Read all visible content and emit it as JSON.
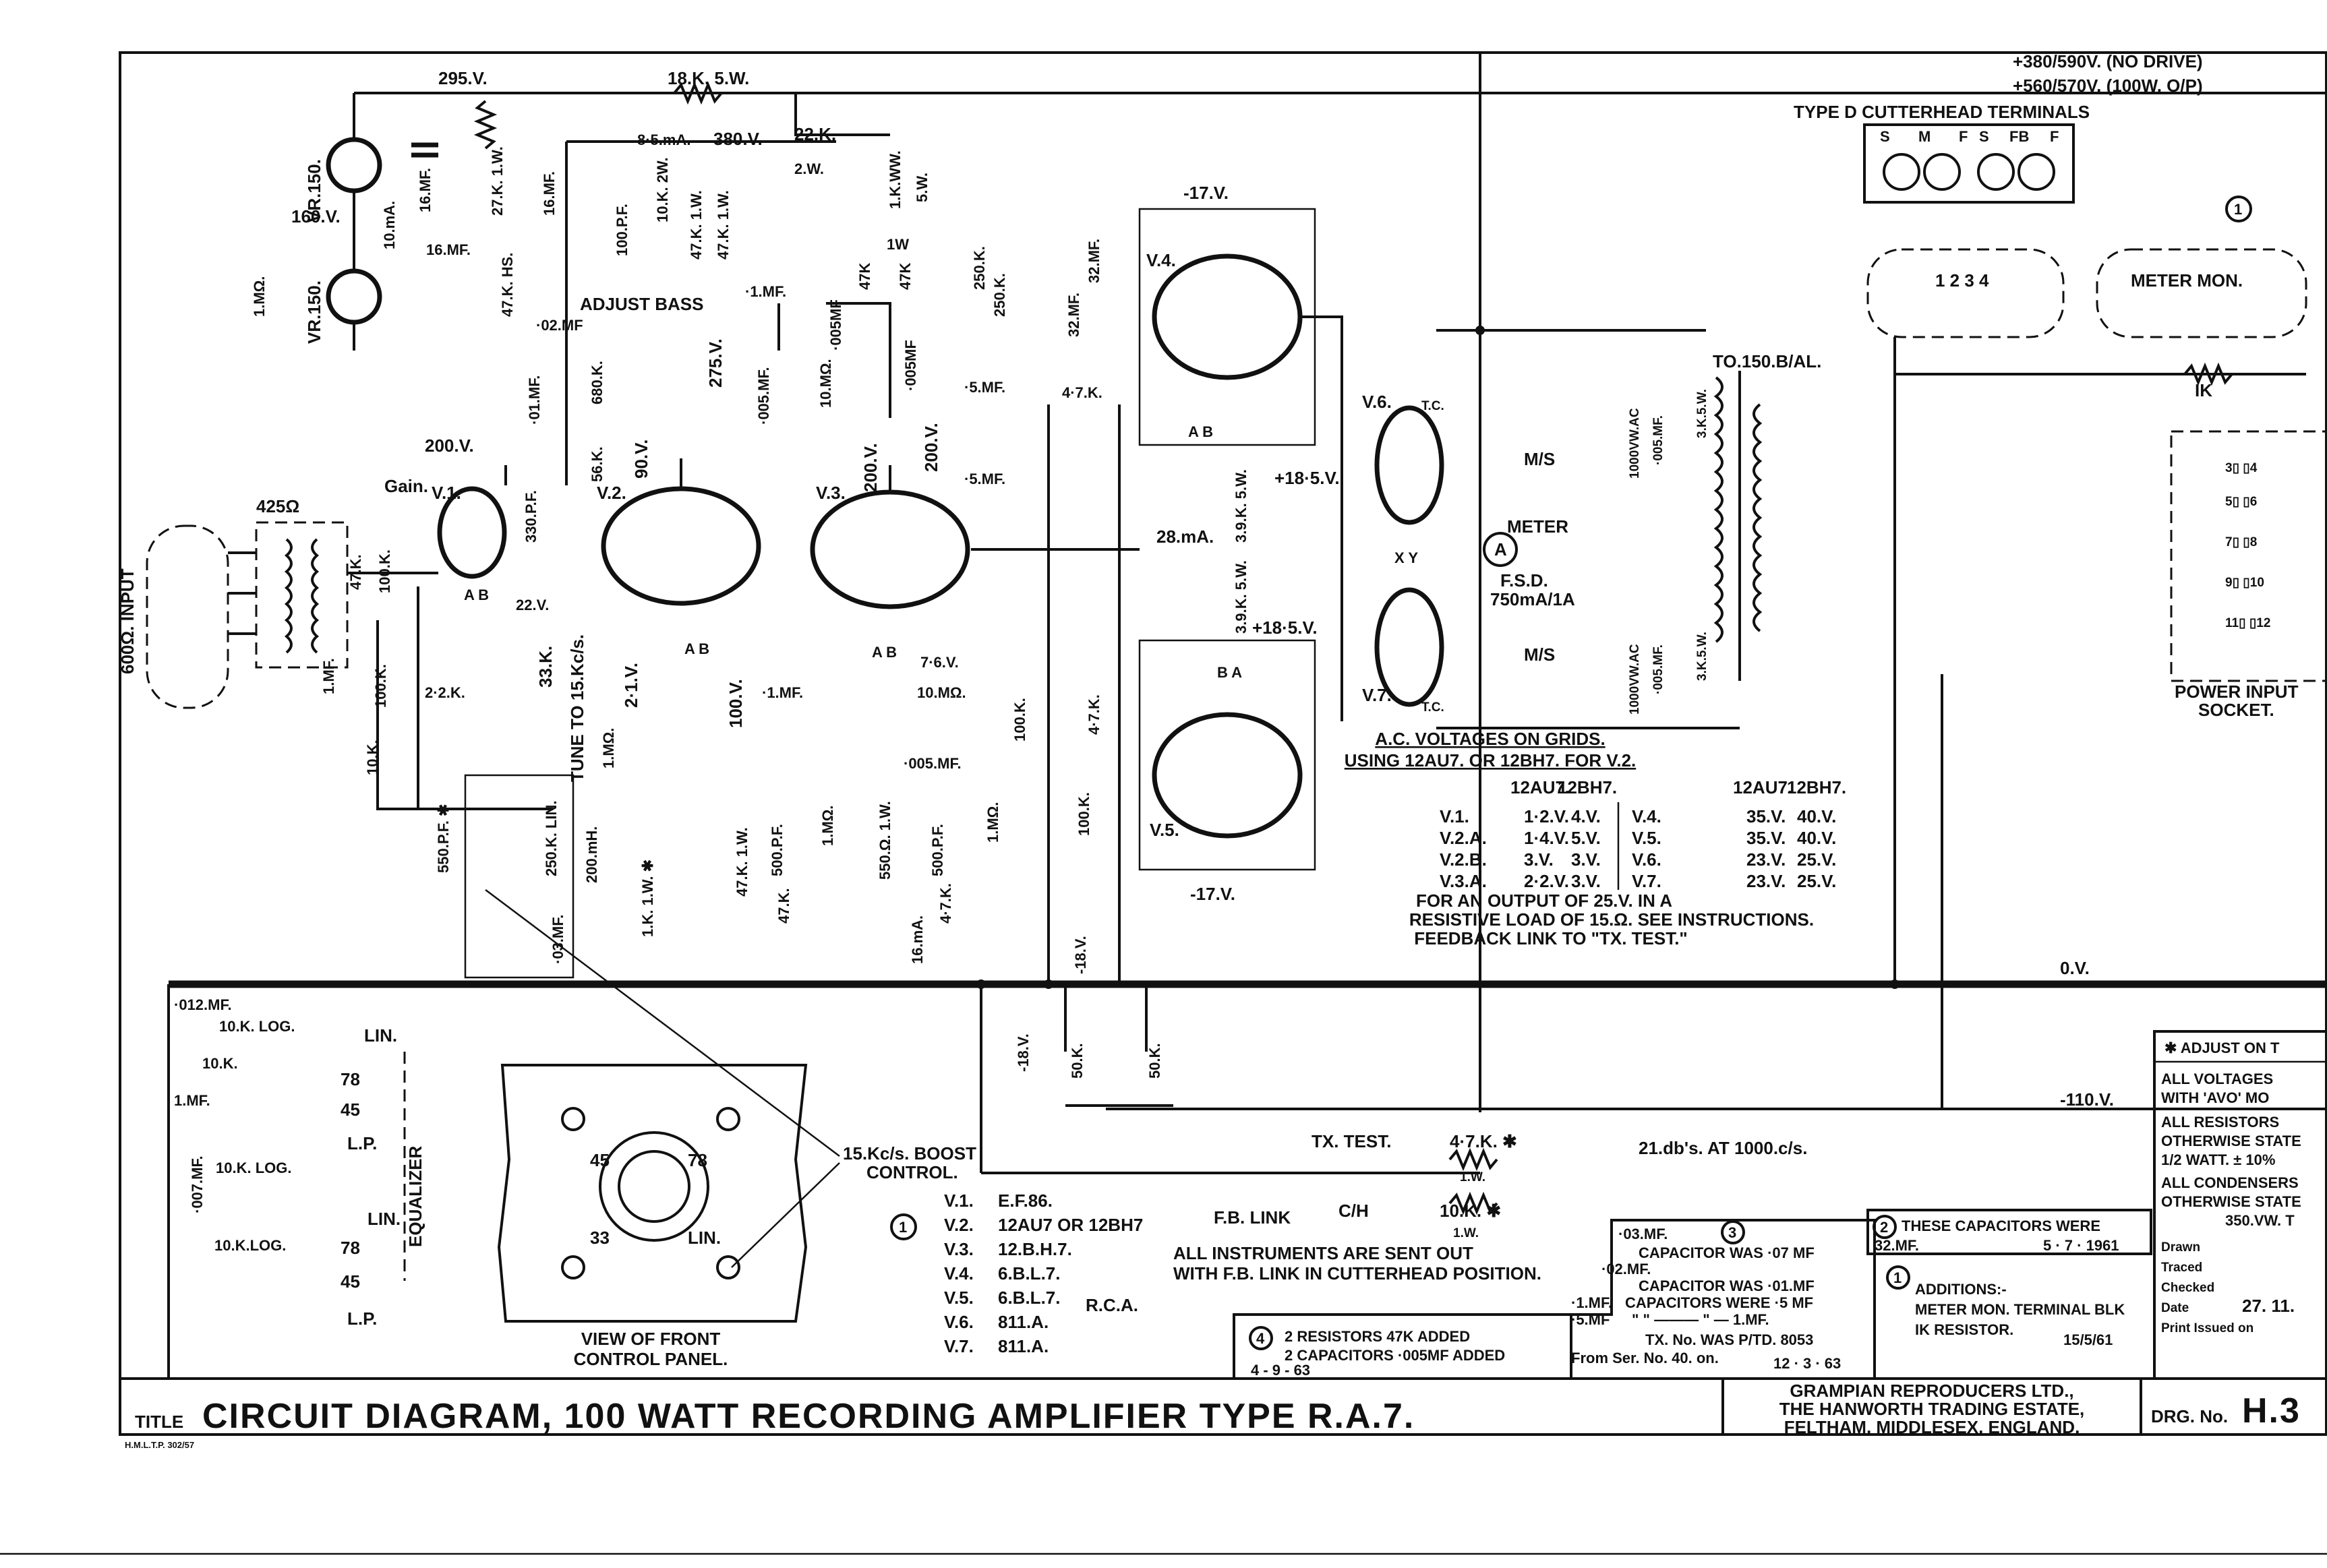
{
  "drawing": {
    "title_prefix": "TITLE",
    "title": "CIRCUIT     DIAGRAM,   100 WATT   RECORDING   AMPLIFIER   TYPE   R.A.7.",
    "company": [
      "GRAMPIAN  REPRODUCERS LTD.,",
      "THE HANWORTH TRADING ESTATE,",
      "FELTHAM, MIDDLESEX, ENGLAND."
    ],
    "drg_no_label": "DRG. No.",
    "drg_no": "H.3",
    "print_ref": "H.M.L.T.P. 302/57"
  },
  "top": {
    "b_plus": [
      "+380/590V.  (NO DRIVE)",
      "+560/570V.  (100W. O/P)"
    ],
    "cutterhead_title": "TYPE  D  CUTTERHEAD TERMINALS",
    "cutterhead_terminals": [
      "S",
      "M",
      "F",
      "S",
      "FB",
      "F"
    ],
    "meter_mon": "METER      MON.",
    "circle_one": "1",
    "ik": "IK"
  },
  "labels": {
    "r295v": "295.V.",
    "r18k": "18.K. 5.W.",
    "ma85": "8·5.mA.",
    "v380": "380.V.",
    "r22k": "22.K.",
    "w2": "2.W.",
    "ikww": "1.K.WW.",
    "w5": "5.W.",
    "vr150": "VR.150.",
    "vr150b": "VR.150.",
    "v160": "160.V.",
    "ma10": "10.mA.",
    "i1m": "1.MΩ.",
    "c16mf_a": "16.MF.",
    "c16mf_b": "16.MF.",
    "c16mf_c": "16.MF.",
    "r27k": "27.K. 1.W.",
    "r47khs": "47.K. HS.",
    "c02mf": "·02.MF",
    "adj_bass": "ADJUST BASS",
    "r680k": "680.K.",
    "c01mf": "·01.MF.",
    "r56k": "56.K.",
    "c330pf": "330.P.F.",
    "v200a": "200.V.",
    "v1": "V.1.",
    "gain": "Gain.",
    "q425": "425Ω",
    "input600": "600Ω. INPUT",
    "r47k_in": "47.K.",
    "r100k_in": "100.K.",
    "r100k_b": "100.K.",
    "r10k": "10.K.",
    "r22k_b": "2·2.K.",
    "c1mf": "1.MF.",
    "v22": "22.V.",
    "ab1": "A  B",
    "tune": "TUNE TO 15.Kc/s.",
    "r33k": "33.K.",
    "r10k2w": "10.K. 2W.",
    "r47k1w_a": "47.K. 1.W.",
    "r47k1w_b": "47.K. 1.W.",
    "c100pf": "100.P.F.",
    "v90": "90.V.",
    "v275": "275.V.",
    "v2": "V.2.",
    "ab2": "A  B",
    "v21": "2·1.V.",
    "r1m_a": "1.MΩ.",
    "r1k1w": "1.K. 1.W. ✱",
    "c550pf": "550.P.F. ✱",
    "r250klin": "250.K. LIN.",
    "mh200": "200.mH.",
    "c03mf": "·03.MF.",
    "c1mf_b": "·1.MF.",
    "c005mf_a": "·005.MF.",
    "r10m_a": "10.MΩ.",
    "v200b": "200.V.",
    "v3": "V.3.",
    "ab3": "A  B",
    "v76": "7·6.V.",
    "c005mf_b": "·005MF",
    "c005mf_c": "·005MF",
    "r47k_v3": "47K",
    "r47k_v3b": "47K",
    "r1w": "1W",
    "r250k_a": "250.K.",
    "r250k_b": "250.K.",
    "c32mf_a": "32.MF.",
    "c32mf_b": "32.MF.",
    "v100": "100.V.",
    "c1mf_c": "·1.MF.",
    "r47k1w_c": "47.K. 1.W.",
    "c500pf_a": "500.P.F.",
    "r47k_d": "47.K.",
    "r1m_b": "1.MΩ.",
    "r10mohm": "10.MΩ.",
    "c005mf_d": "·005.MF.",
    "r550": "550.Ω. 1.W.",
    "c500pf_b": "500.P.F.",
    "r47k_e": "4·7.K.",
    "r1m_c": "1.MΩ.",
    "ma16": "16.mA.",
    "c5mf_a": "·5.MF.",
    "c5mf_b": "·5.MF.",
    "v200c": "200.V.",
    "r47k_g": "4·7.K.",
    "v17a": "-17.V.",
    "v4": "V.4.",
    "ab4": "A  B",
    "v18p": "+18·5.V.",
    "v18p_b": "+18·5.V.",
    "ma28": "28.mA.",
    "r39k_a": "3.9.K. 5.W.",
    "r39k_b": "3.9.K. 5.W.",
    "r100k_c": "100.K.",
    "r47k_h": "4·7.K.",
    "r100k_d": "100.K.",
    "v5": "V.5.",
    "ba5": "B    A",
    "v17b": "-17.V.",
    "v18n": "-18.V.",
    "v6": "V.6.",
    "v7": "V.7.",
    "xy": "X     Y",
    "tc": "T.C.",
    "ms_a": "M/S",
    "ms_b": "M/S",
    "meter": "METER",
    "meter_a": "A",
    "fsd": "F.S.D.",
    "fsd_val": "750mA/1A",
    "c1000vw_a": "1000VW.AC",
    "c1000vw_b": "1000VW.AC",
    "c005_e": "·005.MF.",
    "c005_f": "·005.MF.",
    "r3k5w_a": "3.K.5.W.",
    "r3k5w_b": "3.K.5.W.",
    "to150": "TO.150.B/AL.",
    "power_input": "POWER  INPUT",
    "socket": "SOCKET.",
    "ov": "0.V.",
    "v110": "-110.V.",
    "r50k_a": "50.K.",
    "r50k_b": "50.K.",
    "v18n_b": "-18.V."
  },
  "equalizer": {
    "c012mf": "·012.MF.",
    "r10klog_a": "10.K. LOG.",
    "r10k": "10.K.",
    "c1mf": "1.MF.",
    "c007mf": "·007.MF.",
    "r10klog_b": "10.K. LOG.",
    "r10klog_c": "10.K.LOG.",
    "lin": "LIN.",
    "n78": "78",
    "n45": "45",
    "lp": "L.P.",
    "lin2": "LIN.",
    "n78b": "78",
    "n45b": "45",
    "lp2": "L.P.",
    "eq": "EQUALIZER"
  },
  "panel": {
    "caption": [
      "VIEW OF FRONT",
      "CONTROL  PANEL."
    ],
    "n45": "45",
    "n78": "78",
    "n33": "33",
    "lin": "LIN."
  },
  "boost": [
    "15.Kc/s. BOOST",
    "CONTROL."
  ],
  "grid_table": {
    "heading": [
      "A.C. VOLTAGES ON GRIDS.",
      "USING  12AU7. OR 12BH7.  FOR  V.2."
    ],
    "col_heads": [
      "12AU7.",
      "12BH7.",
      "12AU7.",
      "12BH7."
    ],
    "rows": [
      [
        "V.1.",
        "1·2.V.",
        "4.V.",
        "V.4.",
        "35.V.",
        "40.V."
      ],
      [
        "V.2.A.",
        "1·4.V.",
        "5.V.",
        "V.5.",
        "35.V.",
        "40.V."
      ],
      [
        "V.2.B.",
        "3.V.",
        "3.V.",
        "V.6.",
        "23.V.",
        "25.V."
      ],
      [
        "V.3.A.",
        "2·2.V.",
        "3.V.",
        "V.7.",
        "23.V.",
        "25.V."
      ]
    ],
    "notes": [
      "FOR AN OUTPUT OF 25.V. IN A",
      "RESISTIVE  LOAD OF 15.Ω.  SEE INSTRUCTIONS.",
      "FEEDBACK LINK TO \"TX. TEST.\""
    ]
  },
  "valves": {
    "circle": "1",
    "rows": [
      [
        "V.1.",
        "E.F.86."
      ],
      [
        "V.2.",
        "12AU7 OR 12BH7"
      ],
      [
        "V.3.",
        "12.B.H.7."
      ],
      [
        "V.4.",
        "6.B.L.7."
      ],
      [
        "V.5.",
        "6.B.L.7."
      ],
      [
        "V.6.",
        "811.A."
      ],
      [
        "V.7.",
        "811.A."
      ]
    ],
    "rca": "R.C.A."
  },
  "tx_test": {
    "tx": "TX. TEST.",
    "r47k": "4·7.K. ✱",
    "w1a": "1.W.",
    "db": "21.db's.  AT  1000.c/s.",
    "fb": "F.B. LINK",
    "ch": "C/H",
    "r10k": "10.K. ✱",
    "w1b": "1.W.",
    "note": [
      "ALL  INSTRUMENTS  ARE  SENT  OUT",
      "WITH  F.B.  LINK  IN  CUTTERHEAD  POSITION."
    ]
  },
  "mods": {
    "c03": "·03.MF.",
    "c3_circle": "3",
    "c03_was": "CAPACITOR  WAS  ·07 MF",
    "c02": "·02.MF.",
    "c02_was": "CAPACITOR  WAS  ·01.MF",
    "c1mf": "·1.MF.",
    "c1mf_were": "CAPACITORS  WERE  ·5 MF",
    "c5mf": "·5.MF",
    "c5mf_were": "\"          \"  ——— \"  —  1.MF.",
    "tx_no": "TX. No.  WAS  P/TD.  8053",
    "from_ser": "From  Ser. No. 40. on.",
    "date1": "12 · 3 · 63",
    "c2_circle": "2",
    "caps_were": "THESE  CAPACITORS  WERE",
    "c32": "32.MF.",
    "date2": "5 · 7 · 1961",
    "c1_circle": "1",
    "additions": [
      "ADDITIONS:-",
      "METER MON. TERMINAL BLK",
      "IK  RESISTOR."
    ],
    "date3": "15/5/61",
    "c4_circle": "4",
    "resistors": "2 RESISTORS 47K ADDED",
    "capacitors": "2 CAPACITORS ·005MF ADDED",
    "date4": "4 - 9 - 63"
  },
  "notes_box": {
    "adjust": "✱  ADJUST ON T",
    "lines": [
      "ALL  VOLTAGES",
      "WITH 'AVO' MO",
      "ALL  RESISTORS",
      "OTHERWISE STATE",
      "1/2  WATT.  ± 10%",
      "ALL CONDENSERS",
      "OTHERWISE STATE",
      "350.VW. T"
    ],
    "drawn": "Drawn",
    "traced": "Traced",
    "checked": "Checked",
    "date": "Date",
    "date_val": "27.   11.",
    "issued": "Print Issued on"
  }
}
